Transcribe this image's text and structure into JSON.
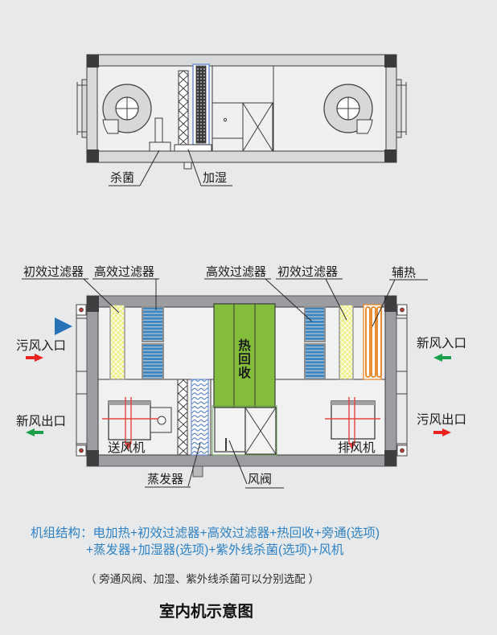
{
  "top_diagram": {
    "labels": {
      "sterilize": "杀菌",
      "humidify": "加湿"
    }
  },
  "bottom_diagram": {
    "component_labels": {
      "pre_filter_left": "初效过滤器",
      "hepa_filter_left": "高效过滤器",
      "hepa_filter_right": "高效过滤器",
      "pre_filter_right": "初效过滤器",
      "aux_heater": "辅热",
      "supply_fan": "送风机",
      "exhaust_fan": "排风机",
      "evaporator": "蒸发器",
      "air_valve": "风阀"
    },
    "heat_recovery_chars": [
      "热",
      "回",
      "收"
    ],
    "port_labels": {
      "dirty_air_inlet": "污风入口",
      "fresh_air_outlet": "新风出口",
      "fresh_air_inlet": "新风入口",
      "dirty_air_outlet": "污风出口"
    }
  },
  "footer": {
    "structure_line1": "机组结构：电加热+初效过滤器+高效过滤器+热回收+旁通(选项)",
    "structure_line2": "+蒸发器+加湿器(选项)+紫外线杀菌(选项)+风机",
    "note": "（ 旁通风阀、加湿、紫外线杀菌可以分别选配 ）",
    "title": "室内机示意图"
  },
  "colors": {
    "accent_blue_text": "#2e82c5",
    "filter_yellow": "#eef07d",
    "filter_blue": "#3a86c2",
    "heat_recovery_green": "#84bd3c",
    "aux_heater_orange": "#e8821e",
    "arrow_red": "#e8231f",
    "arrow_green": "#1aa04a",
    "flow_triangle_blue": "#2673b8",
    "crosshair_red": "#e8433f"
  }
}
